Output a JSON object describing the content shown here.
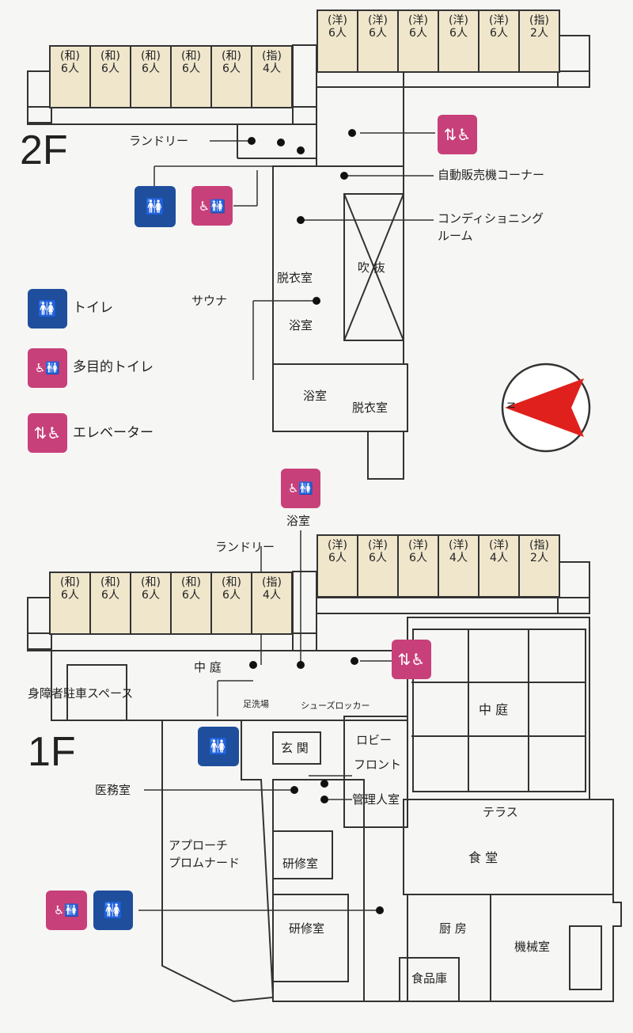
{
  "floors": {
    "f2": "2F",
    "f1": "1F"
  },
  "rooms_2f_left": [
    [
      "(和)",
      "6人"
    ],
    [
      "(和)",
      "6人"
    ],
    [
      "(和)",
      "6人"
    ],
    [
      "(和)",
      "6人"
    ],
    [
      "(和)",
      "6人"
    ],
    [
      "(指)",
      "4人"
    ]
  ],
  "rooms_2f_right": [
    [
      "(洋)",
      "6人"
    ],
    [
      "(洋)",
      "6人"
    ],
    [
      "(洋)",
      "6人"
    ],
    [
      "(洋)",
      "6人"
    ],
    [
      "(洋)",
      "6人"
    ],
    [
      "(指)",
      "2人"
    ]
  ],
  "rooms_1f_left": [
    [
      "(和)",
      "6人"
    ],
    [
      "(和)",
      "6人"
    ],
    [
      "(和)",
      "6人"
    ],
    [
      "(和)",
      "6人"
    ],
    [
      "(和)",
      "6人"
    ],
    [
      "(指)",
      "4人"
    ]
  ],
  "rooms_1f_right": [
    [
      "(洋)",
      "6人"
    ],
    [
      "(洋)",
      "6人"
    ],
    [
      "(洋)",
      "6人"
    ],
    [
      "(洋)",
      "4人"
    ],
    [
      "(洋)",
      "4人"
    ],
    [
      "(指)",
      "2人"
    ]
  ],
  "labels_2f": {
    "laundry": "ランドリー",
    "vending": "自動販売機コーナー",
    "conditioning1": "コンディショニング",
    "conditioning2": "ルーム",
    "dressing1": "脱衣室",
    "atrium": "吹 抜",
    "sauna": "サウナ",
    "bath1": "浴室",
    "bath2": "浴室",
    "dressing2": "脱衣室"
  },
  "legend": {
    "toilet": "トイレ",
    "multi_toilet": "多目的トイレ",
    "elevator": "エレベーター"
  },
  "labels_1f": {
    "bath": "浴室",
    "laundry": "ランドリー",
    "courtyard_small": "中 庭",
    "parking": "身障者駐車スペース",
    "footwash": "足洗場",
    "shoe_locker": "シューズロッカー",
    "courtyard": "中 庭",
    "entrance": "玄 関",
    "lobby": "ロビー",
    "front": "フロント",
    "medical": "医務室",
    "manager": "管理人室",
    "terrace": "テラス",
    "approach1": "アプローチ",
    "approach2": "プロムナード",
    "training1": "研修室",
    "dining": "食 堂",
    "training2": "研修室",
    "kitchen": "厨 房",
    "machine": "機械室",
    "pantry": "食品庫"
  },
  "compass": "N",
  "colors": {
    "pink": "#c8407a",
    "blue": "#1f4f9c",
    "room": "#efe6cc",
    "compass": "#e0201c"
  }
}
